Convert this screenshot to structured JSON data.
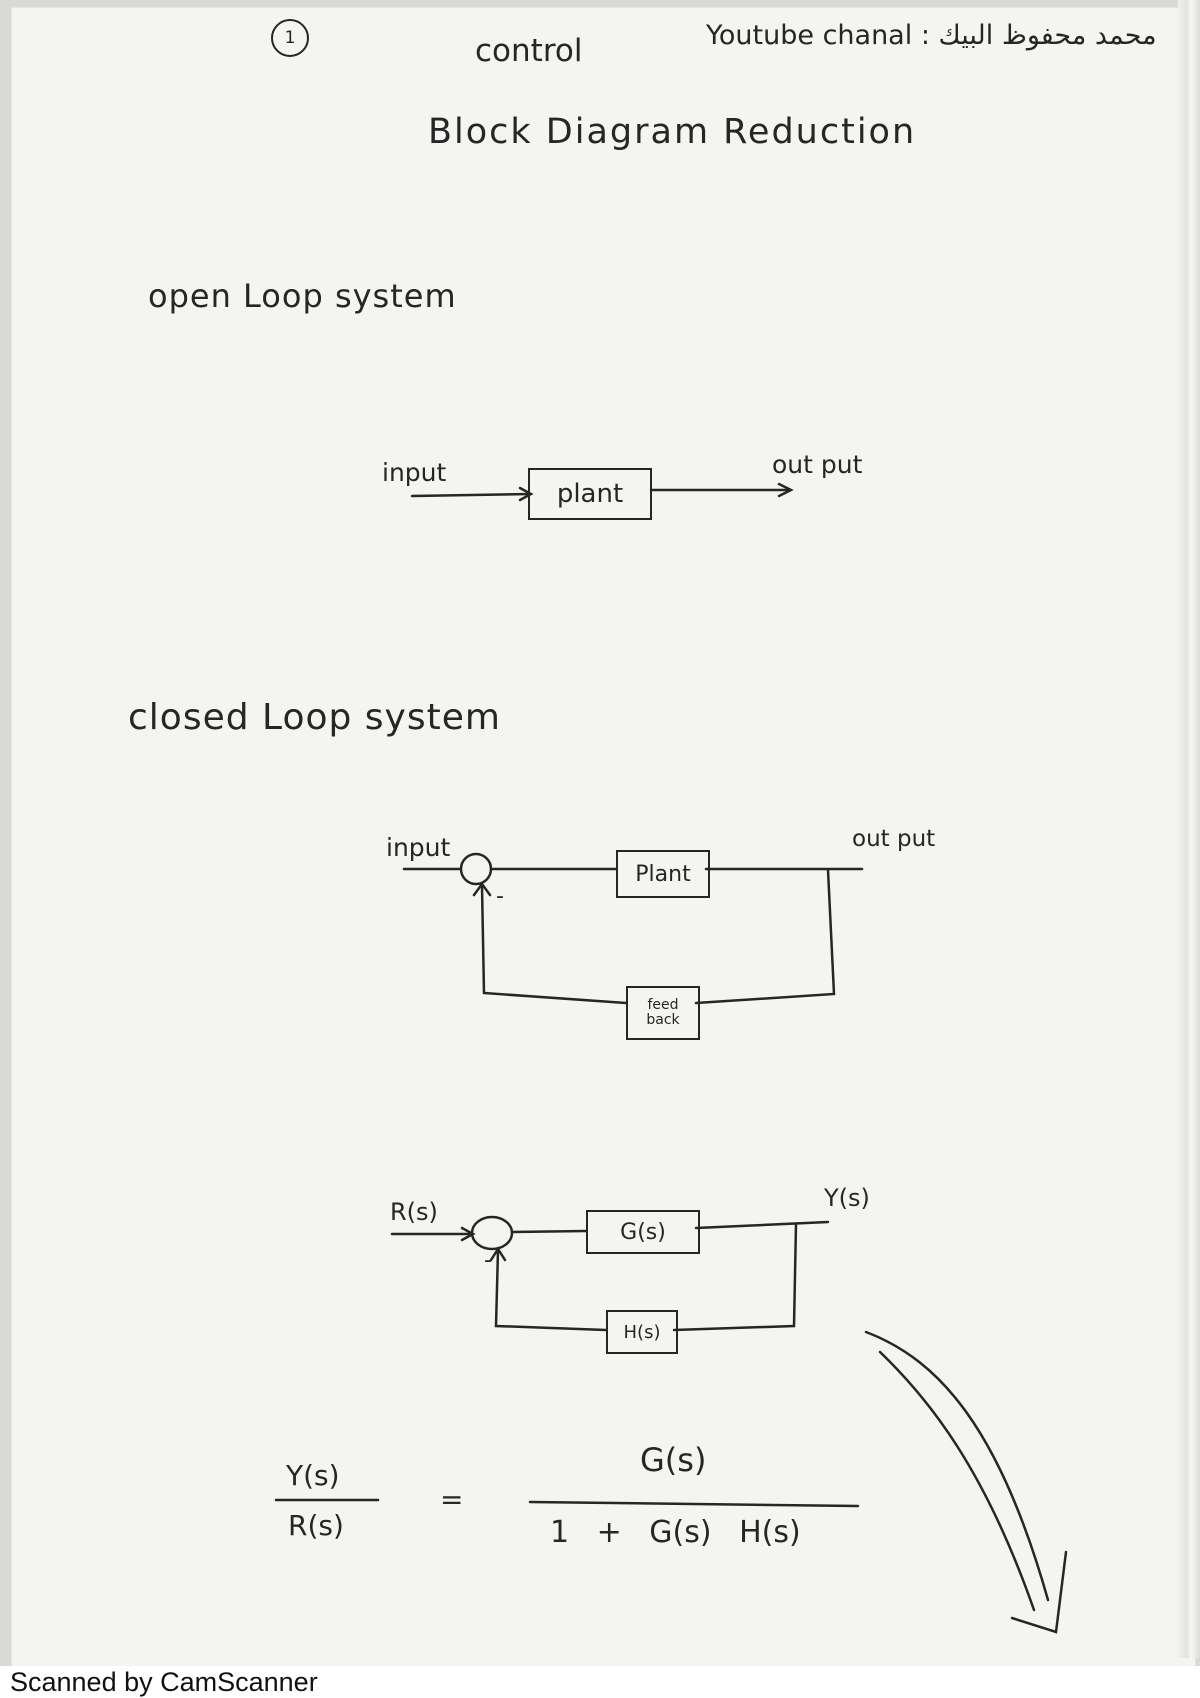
{
  "header": {
    "page_number": "1",
    "subject": "control",
    "channel": "Youtube chanal : محمد محفوظ البيك"
  },
  "title": "Block Diagram Reduction",
  "sections": {
    "open_loop": {
      "heading": "open Loop system",
      "input_label": "input",
      "block_label": "plant",
      "output_label": "out put"
    },
    "closed_loop": {
      "heading": "closed Loop system",
      "input_label": "input",
      "output_label": "out put",
      "plant_label": "Plant",
      "feedback_label": "feed back",
      "feedback_sign": "-"
    },
    "transfer_diagram": {
      "input_label": "R(s)",
      "output_label": "Y(s)",
      "forward_block": "G(s)",
      "feedback_block": "H(s)",
      "feedback_sign": "-"
    }
  },
  "formula": {
    "lhs_numerator": "Y(s)",
    "lhs_denominator": "R(s)",
    "equals": "=",
    "rhs_numerator": "G(s)",
    "rhs_denominator": "1 + G(s) H(s)"
  },
  "footer": {
    "scanner_text": "Scanned by CamScanner"
  }
}
